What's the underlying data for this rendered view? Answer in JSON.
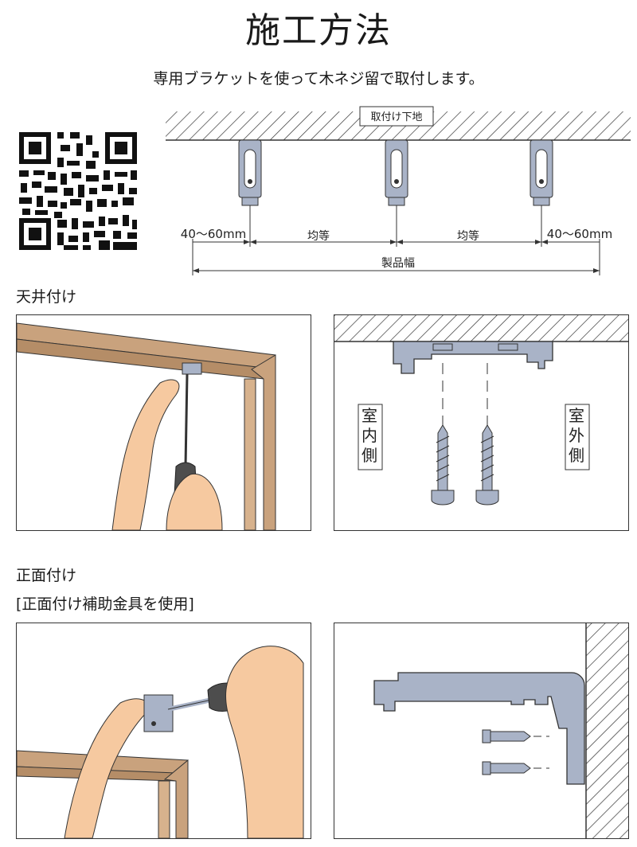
{
  "page": {
    "title": "施工方法",
    "subtitle": "専用ブラケットを使って木ネジ留で取付します。"
  },
  "top_diagram": {
    "base_label": "取付け下地",
    "left_margin": "40〜60mm",
    "spacing_1": "均等",
    "spacing_2": "均等",
    "right_margin": "40〜60mm",
    "total_width": "製品幅"
  },
  "ceiling": {
    "heading": "天井付け",
    "indoor_label": [
      "室",
      "内",
      "側"
    ],
    "outdoor_label": [
      "室",
      "外",
      "側"
    ]
  },
  "front": {
    "heading": "正面付け",
    "subheading": "[正面付け補助金具を使用]"
  },
  "colors": {
    "bracket": "#a9b3c7",
    "wood": "#c9a27d",
    "skin": "#f6c9a0",
    "line": "#333333"
  }
}
